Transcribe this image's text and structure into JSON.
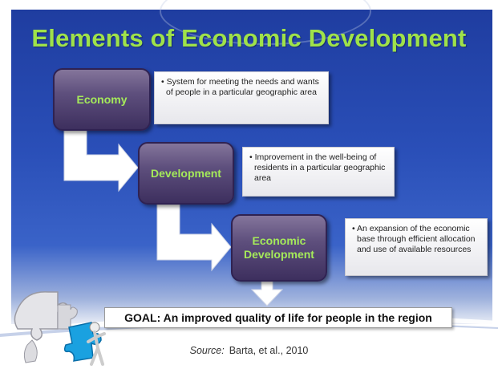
{
  "slide": {
    "title": "Elements of Economic Development",
    "steps": [
      {
        "label": "Economy",
        "description": "• System for meeting the needs and wants of people in a particular geographic area"
      },
      {
        "label": "Development",
        "description": "• Improvement in the well-being of residents in a particular geographic area"
      },
      {
        "label": "Economic Development",
        "description": "• An expansion of the economic base through efficient allocation and use of available resources"
      }
    ],
    "goal": "GOAL: An improved quality of life for people in the region",
    "source_key": "Source:",
    "source_value": "Barta, et al., 2010"
  },
  "colors": {
    "title": "#9fe24a",
    "node_fill": "#5e4f7d",
    "background": "#2a4fb8",
    "arrow": "#ffffff"
  },
  "icons": [
    "puzzle-figure-icon"
  ]
}
